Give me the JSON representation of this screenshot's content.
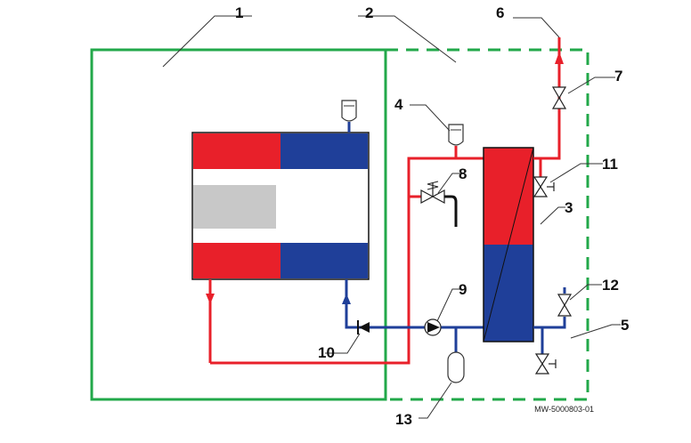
{
  "labels": {
    "l1": "1",
    "l2": "2",
    "l3": "3",
    "l4": "4",
    "l5": "5",
    "l6": "6",
    "l7": "7",
    "l8": "8",
    "l9": "9",
    "l10": "10",
    "l11": "11",
    "l12": "12",
    "l13": "13"
  },
  "reference": "MW-5000803-01",
  "colors": {
    "hot": "#e8202a",
    "cold": "#1f3f99",
    "enclosure": "#22a84a",
    "burner": "#c8c8c8"
  }
}
